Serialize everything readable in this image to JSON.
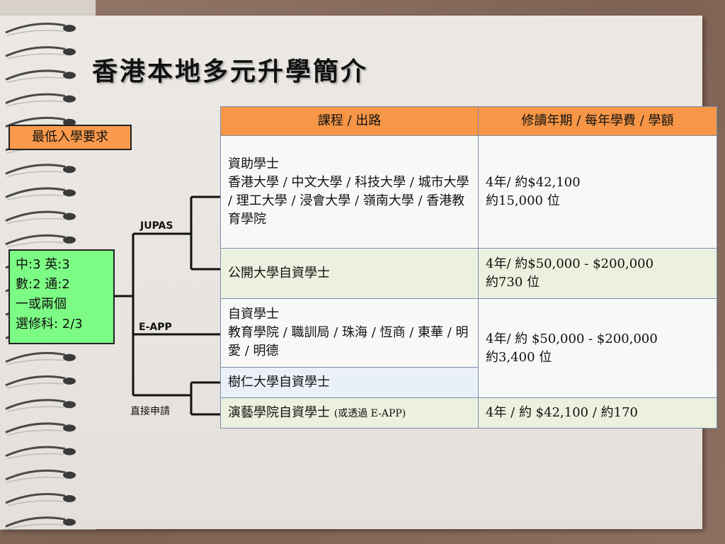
{
  "title": "香港本地多元升學簡介",
  "requirements": {
    "label": "最低入學要求",
    "lines": [
      "中:3  英:3",
      "數:2  通:2",
      "一或兩個",
      "選修科: 2/3"
    ]
  },
  "branches": {
    "jupas": "JUPAS",
    "eapp": "E-APP",
    "direct": "直接申請"
  },
  "table": {
    "headers": [
      "課程 / 出路",
      "修讀年期 / 每年學費 / 學額"
    ],
    "rows": [
      {
        "program_title": "資助學士",
        "program_detail": "香港大學 / 中文大學 / 科技大學 / 城市大學 / 理工大學 / 浸會大學 / 嶺南大學 / 香港教育學院",
        "duration": "4年/ 約$42,100",
        "places": "約15,000 位"
      },
      {
        "program_title": "公開大學自資學士",
        "duration": "4年/ 約$50,000 - $200,000",
        "places": "約730 位"
      },
      {
        "program_title": "自資學士",
        "program_detail": "教育學院 / 職訓局 / 珠海 / 恆商 / 東華 / 明愛 / 明德",
        "duration": "4年/ 約 $50,000 - $200,000",
        "places": "約3,400 位"
      },
      {
        "program_title": "樹仁大學自資學士"
      },
      {
        "program_title": "演藝學院自資學士",
        "program_note": "(或透過 E-APP)",
        "duration": "4年 / 約 $42,100 / 約170"
      }
    ]
  }
}
